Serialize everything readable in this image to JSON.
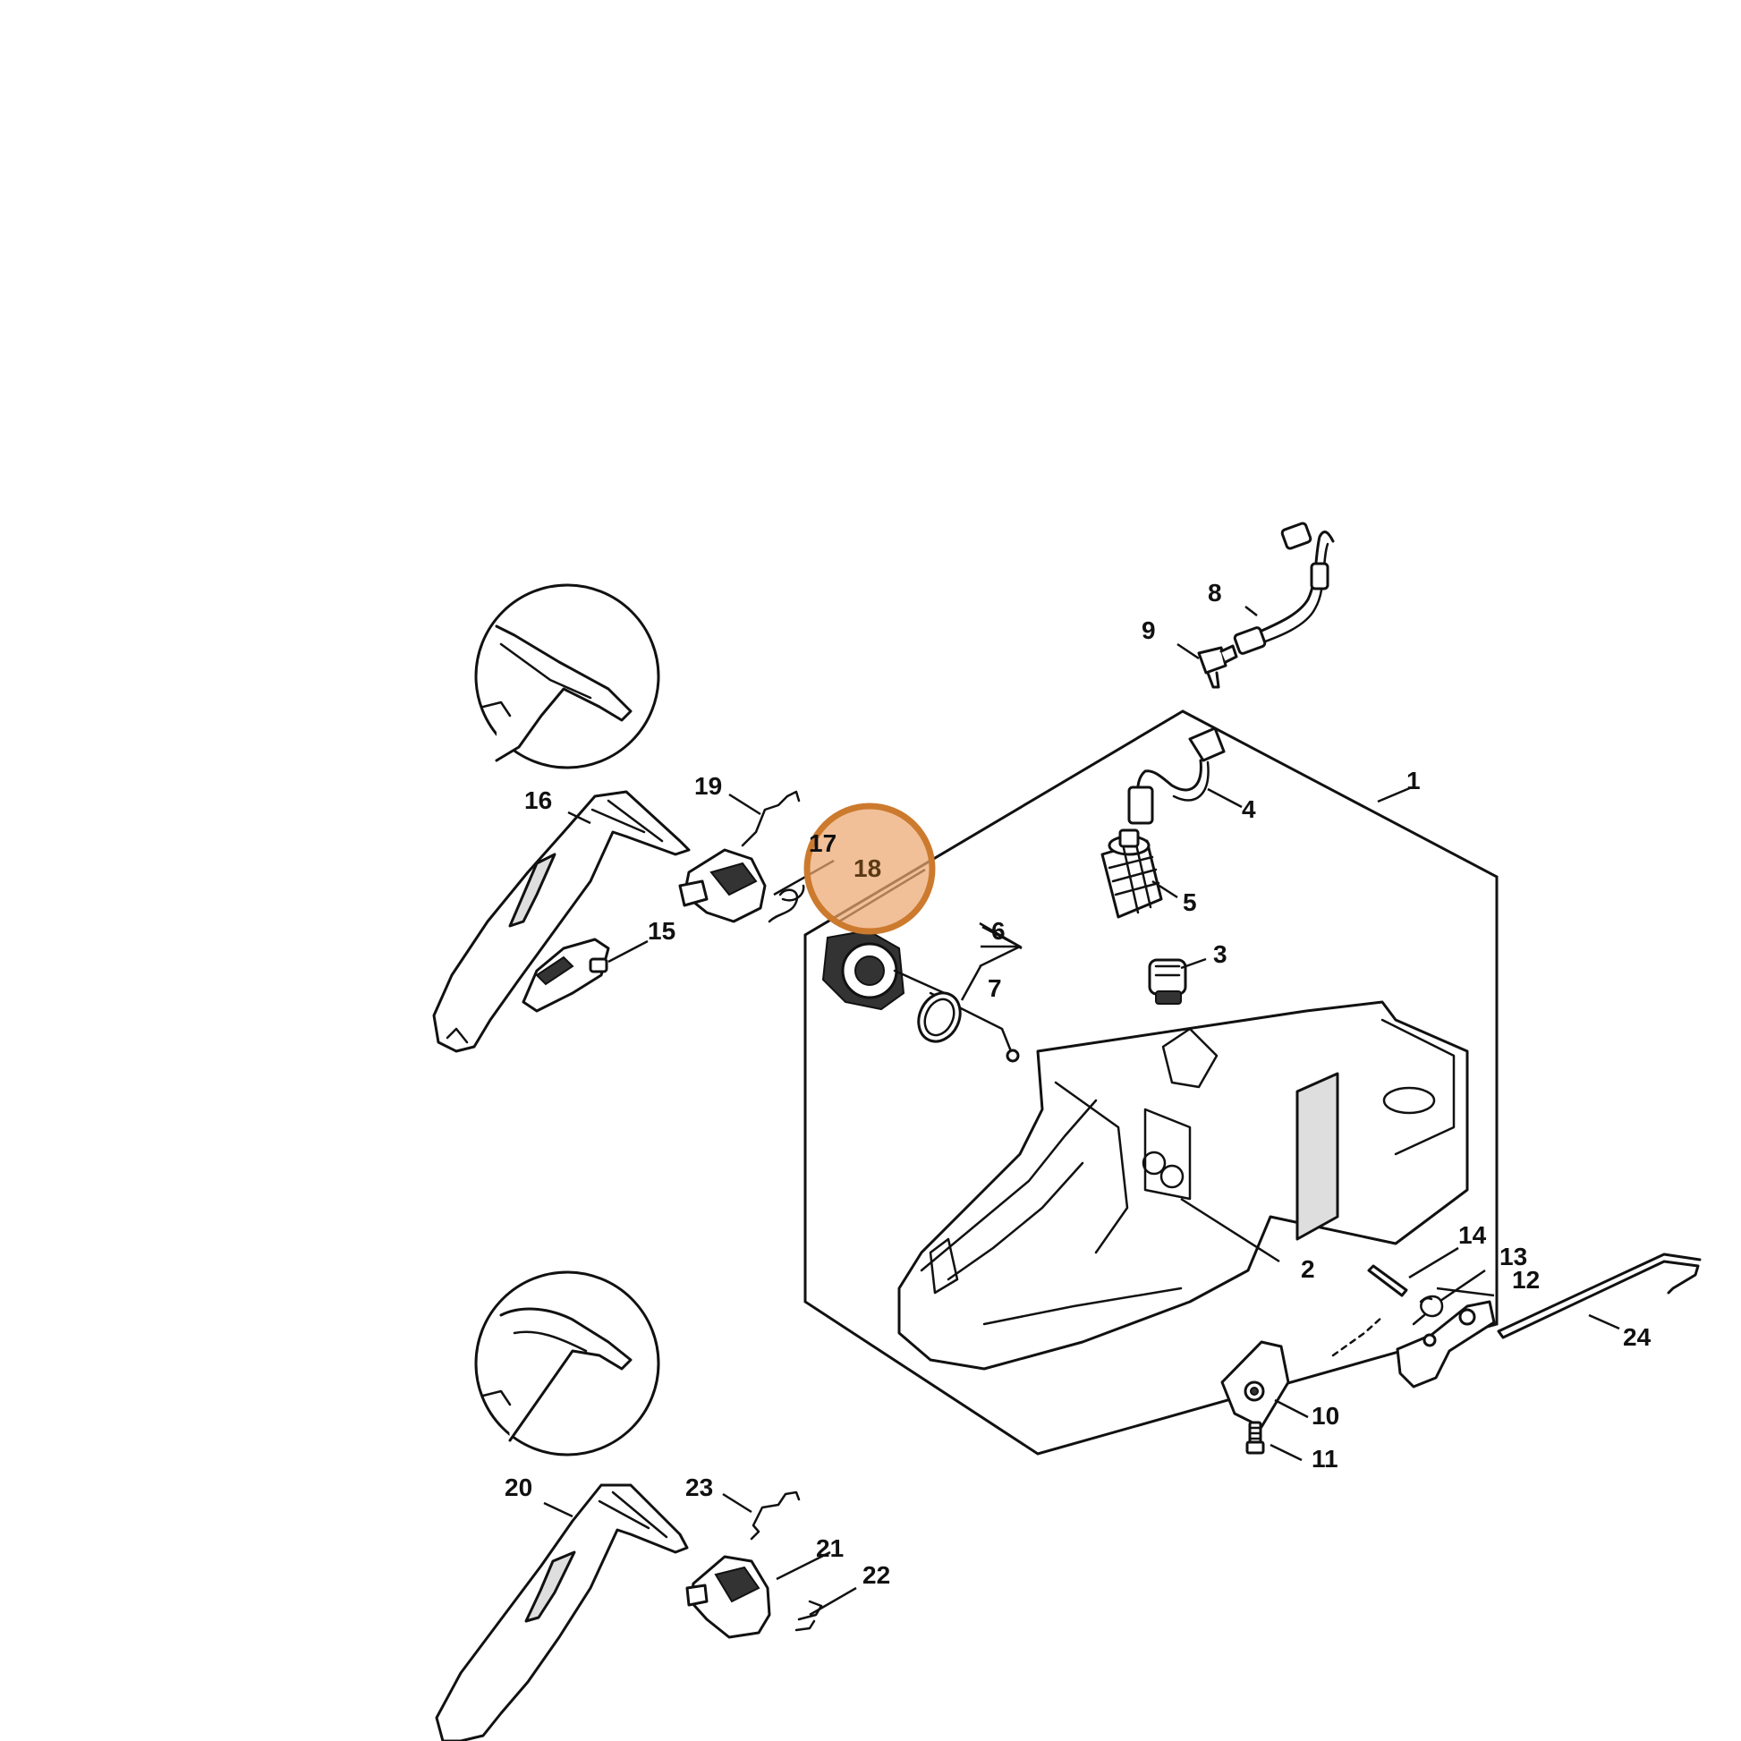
{
  "diagram": {
    "type": "exploded-parts-diagram",
    "highlight": {
      "label": "18",
      "color": "#e8a874",
      "ring_color": "#cc7a2e"
    },
    "callouts": [
      {
        "id": "c1",
        "label": "1"
      },
      {
        "id": "c2",
        "label": "2"
      },
      {
        "id": "c3",
        "label": "3"
      },
      {
        "id": "c4",
        "label": "4"
      },
      {
        "id": "c5",
        "label": "5"
      },
      {
        "id": "c6",
        "label": "6"
      },
      {
        "id": "c7",
        "label": "7"
      },
      {
        "id": "c8",
        "label": "8"
      },
      {
        "id": "c9",
        "label": "9"
      },
      {
        "id": "c10",
        "label": "10"
      },
      {
        "id": "c11",
        "label": "11"
      },
      {
        "id": "c12",
        "label": "12"
      },
      {
        "id": "c13",
        "label": "13"
      },
      {
        "id": "c14",
        "label": "14"
      },
      {
        "id": "c15",
        "label": "15"
      },
      {
        "id": "c16",
        "label": "16"
      },
      {
        "id": "c17",
        "label": "17"
      },
      {
        "id": "c18",
        "label": "18"
      },
      {
        "id": "c19",
        "label": "19"
      },
      {
        "id": "c20",
        "label": "20"
      },
      {
        "id": "c21",
        "label": "21"
      },
      {
        "id": "c22",
        "label": "22"
      },
      {
        "id": "c23",
        "label": "23"
      },
      {
        "id": "c24",
        "label": "24"
      }
    ]
  }
}
